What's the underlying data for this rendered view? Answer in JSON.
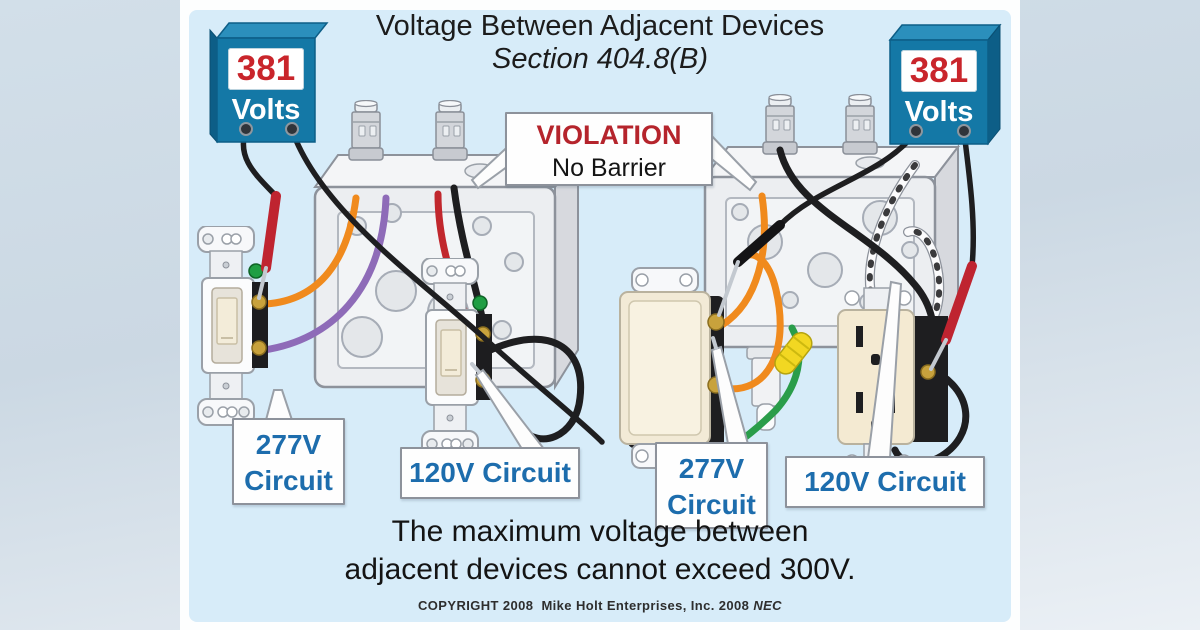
{
  "title": {
    "line1": "Voltage Between Adjacent Devices",
    "line2": "Section 404.8(B)"
  },
  "meter_left": {
    "reading": "381",
    "unit": "Volts"
  },
  "meter_right": {
    "reading": "381",
    "unit": "Volts"
  },
  "violation": {
    "heading": "VIOLATION",
    "detail": "No Barrier"
  },
  "callouts": {
    "left_277": {
      "line1": "277V",
      "line2": "Circuit"
    },
    "left_120": {
      "text": "120V Circuit"
    },
    "right_277": {
      "line1": "277V",
      "line2": "Circuit"
    },
    "right_120": {
      "text": "120V Circuit"
    }
  },
  "footer": {
    "note_line1": "The maximum voltage between",
    "note_line2": "adjacent devices cannot exceed 300V.",
    "copyright_prefix": "COPYRIGHT 2008  Mike Holt Enterprises, Inc. 2008 ",
    "copyright_ref": "NEC"
  },
  "colors": {
    "meter_blue": "#1478a6",
    "alert_red": "#b5242c",
    "reading_red": "#c9252b",
    "label_blue": "#1d6dad",
    "background_blue": "#d7ecf9",
    "wire_orange": "#f08a1d",
    "wire_purple": "#8e6bb8",
    "wire_red": "#c1272d",
    "wire_black": "#1e1e20",
    "wire_green": "#2a9d4a",
    "wire_nut_yellow": "#f2d722"
  }
}
